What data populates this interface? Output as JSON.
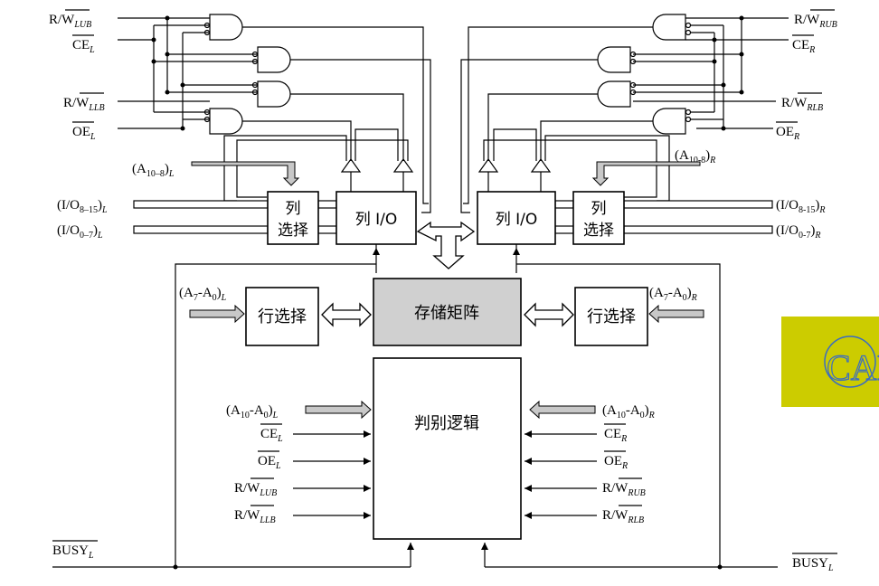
{
  "blocks": {
    "col_select": "列\n选择",
    "col_io": "列 I/O",
    "row_select": "行选择",
    "memory_array": "存储矩阵",
    "arbitration_logic": "判别逻辑"
  },
  "left_signals": {
    "rw_ub": "R/W",
    "rw_ub_sub": "LUB",
    "ce": "CE",
    "ce_sub": "L",
    "rw_lb": "R/W",
    "rw_lb_sub": "LLB",
    "oe": "OE",
    "oe_sub": "L",
    "addr_col": "(A",
    "addr_col_sub": "10–8",
    "addr_col_end": ")",
    "addr_col_side": "L",
    "io_hi": "(I/O",
    "io_hi_sub": "8–15",
    "io_hi_end": ")",
    "io_hi_side": "L",
    "io_lo": "(I/O",
    "io_lo_sub": "0–7",
    "io_lo_end": ")",
    "io_lo_side": "L",
    "addr_row": "(A",
    "addr_row_sub1": "7",
    "addr_row_mid": "-A",
    "addr_row_sub2": "0",
    "addr_row_end": ")",
    "addr_row_side": "L",
    "addr_all": "(A",
    "addr_all_sub1": "10",
    "addr_all_mid": "-A",
    "addr_all_sub2": "0",
    "addr_all_end": ")",
    "addr_all_side": "L",
    "busy": "BUSY",
    "busy_sub": "L"
  },
  "right_signals": {
    "rw_ub": "R/W",
    "rw_ub_sub": "RUB",
    "ce": "CE",
    "ce_sub": "R",
    "rw_lb": "R/W",
    "rw_lb_sub": "RLB",
    "oe": "OE",
    "oe_sub": "R",
    "addr_col": "(A",
    "addr_col_sub": "10-8",
    "addr_col_end": ")",
    "addr_col_side": "R",
    "io_hi": "(I/O",
    "io_hi_sub": "8-15",
    "io_hi_end": ")",
    "io_hi_side": "R",
    "io_lo": "(I/O",
    "io_lo_sub": "0-7",
    "io_lo_end": ")",
    "io_lo_side": "R",
    "addr_row": "(A",
    "addr_row_sub1": "7",
    "addr_row_mid": "-A",
    "addr_row_sub2": "0",
    "addr_row_end": ")",
    "addr_row_side": "R",
    "addr_all": "(A",
    "addr_all_sub1": "10",
    "addr_all_mid": "-A",
    "addr_all_sub2": "0",
    "addr_all_end": ")",
    "addr_all_side": "R",
    "busy": "BUSY",
    "busy_sub": "L"
  },
  "logo": {
    "text": "CAI",
    "bg_color": "#cccc00",
    "text_color": "#3a6cc2"
  },
  "colors": {
    "memory_fill": "#d0d0d0",
    "arrow_fill": "#c8c8c8"
  }
}
